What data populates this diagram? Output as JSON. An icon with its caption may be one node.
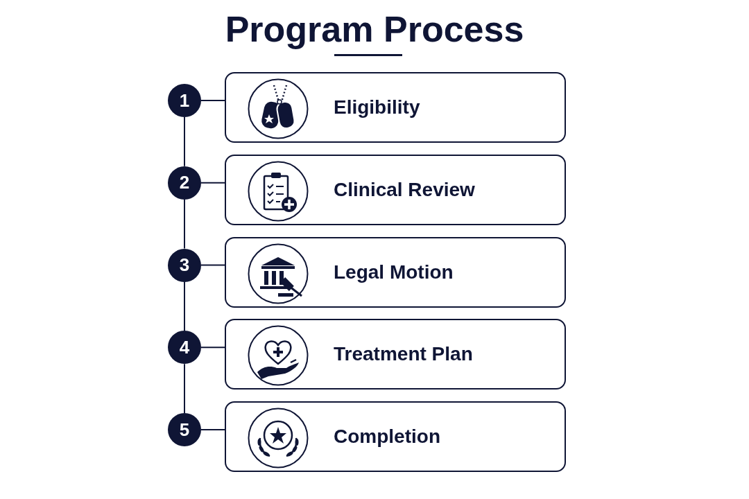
{
  "diagram": {
    "title": "Program Process",
    "nodes": [
      {
        "text": [
          "1"
        ]
      },
      {
        "text": [
          "Eligibility"
        ]
      },
      {
        "text": [
          "2"
        ]
      },
      {
        "text": [
          "Clinical Review"
        ]
      },
      {
        "text": [
          "3"
        ]
      },
      {
        "text": [
          "Legal Motion"
        ]
      },
      {
        "text": [
          "4"
        ]
      },
      {
        "text": [
          "Treatment Plan"
        ]
      },
      {
        "text": [
          "5"
        ]
      },
      {
        "text": [
          "Completion"
        ]
      }
    ],
    "edges": [
      {
        "from": 0,
        "to": 1,
        "arrow": "none"
      },
      {
        "from": 0,
        "to": 2,
        "arrow": "none"
      },
      {
        "from": 2,
        "to": 3,
        "arrow": "none"
      },
      {
        "from": 2,
        "to": 4,
        "arrow": "none"
      },
      {
        "from": 4,
        "to": 5,
        "arrow": "none"
      },
      {
        "from": 4,
        "to": 6,
        "arrow": "none"
      },
      {
        "from": 6,
        "to": 7,
        "arrow": "none"
      },
      {
        "from": 6,
        "to": 8,
        "arrow": "none"
      },
      {
        "from": 8,
        "to": 9,
        "arrow": "none"
      }
    ]
  }
}
